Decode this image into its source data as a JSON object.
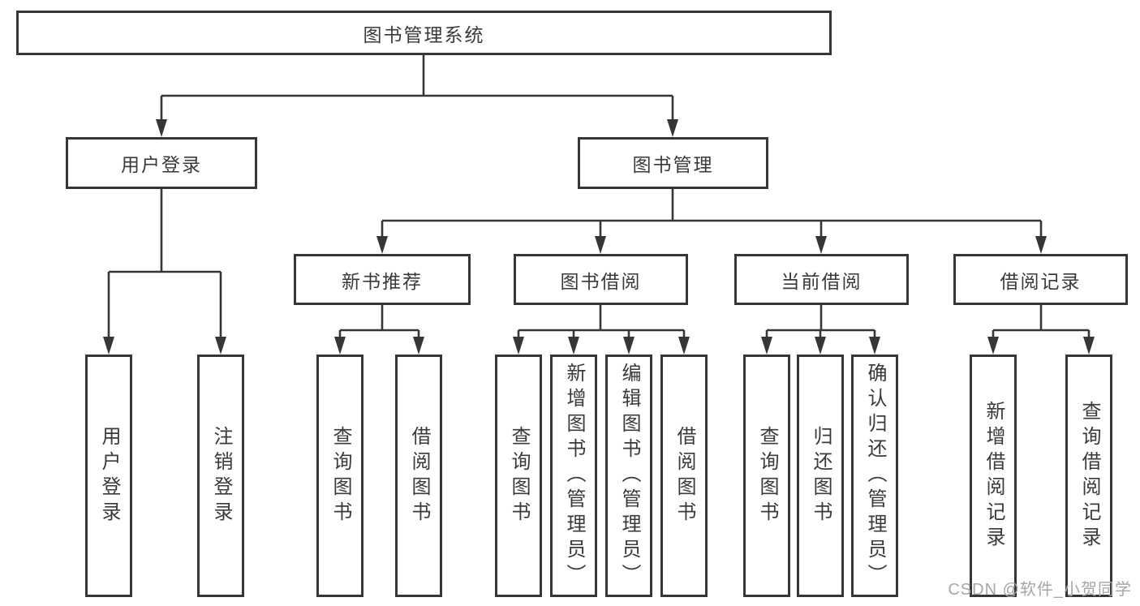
{
  "tree": {
    "root": {
      "label": "图书管理系统"
    },
    "branches": [
      {
        "label": "用户登录",
        "children": [
          {
            "label": "用户登录"
          },
          {
            "label": "注销登录"
          }
        ]
      },
      {
        "label": "图书管理",
        "children": [
          {
            "label": "新书推荐",
            "children": [
              {
                "label": "查询图书"
              },
              {
                "label": "借阅图书"
              }
            ]
          },
          {
            "label": "图书借阅",
            "children": [
              {
                "label": "查询图书"
              },
              {
                "label": "新增图书（管理员）"
              },
              {
                "label": "编辑图书（管理员）"
              },
              {
                "label": "借阅图书"
              }
            ]
          },
          {
            "label": "当前借阅",
            "children": [
              {
                "label": "查询图书"
              },
              {
                "label": "归还图书"
              },
              {
                "label": "确认归还（管理员）"
              }
            ]
          },
          {
            "label": "借阅记录",
            "children": [
              {
                "label": "新增借阅记录"
              },
              {
                "label": "查询借阅记录"
              }
            ]
          }
        ]
      }
    ]
  },
  "watermark": {
    "text": "CSDN @软件_小贺同学"
  },
  "colors": {
    "line": "#363636",
    "text": "#3a3a3a",
    "watermark": "#a6a6a6",
    "background": "#ffffff"
  }
}
